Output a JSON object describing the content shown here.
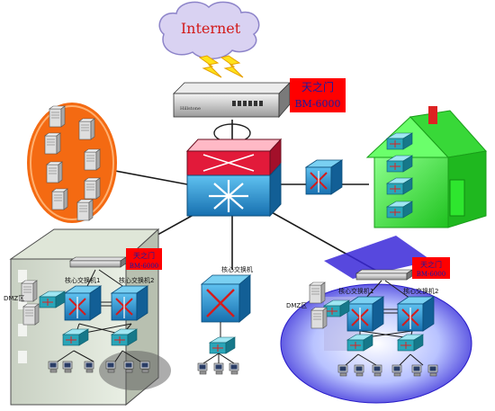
{
  "internet": {
    "label": "Internet"
  },
  "main_firewall": {
    "brand": "天之门",
    "model": "BM-6000",
    "device_text": "Hillstone"
  },
  "left_site": {
    "firewall": {
      "brand": "天之门",
      "model": "BM-6000"
    },
    "dmz_label": "DMZ区",
    "core_switch_1": "核心交换机1",
    "core_switch_2": "核心交换机2"
  },
  "middle_site": {
    "core_switch": "核心交换机"
  },
  "right_site": {
    "firewall": {
      "brand": "天之门",
      "model": "BM-6000"
    },
    "dmz_label": "DMZ区",
    "core_switch_1": "核心交换机1",
    "core_switch_2": "核心交换机2"
  },
  "colors": {
    "cloud": "#d9d2f2",
    "label_box": "#ff0000",
    "label_text": "#1a1aa0",
    "server_zone": "#f46a12",
    "house": "#2ee62e",
    "right_zone": "#3a28d8",
    "core_switch": "#3a9fd6",
    "switch_teal": "#1f8fa0"
  },
  "icons": [
    "cloud-icon",
    "lightning-icon",
    "firewall-appliance-icon",
    "core-router-icon",
    "switch-icon",
    "server-icon",
    "pc-icon",
    "building-icon",
    "house-icon"
  ]
}
